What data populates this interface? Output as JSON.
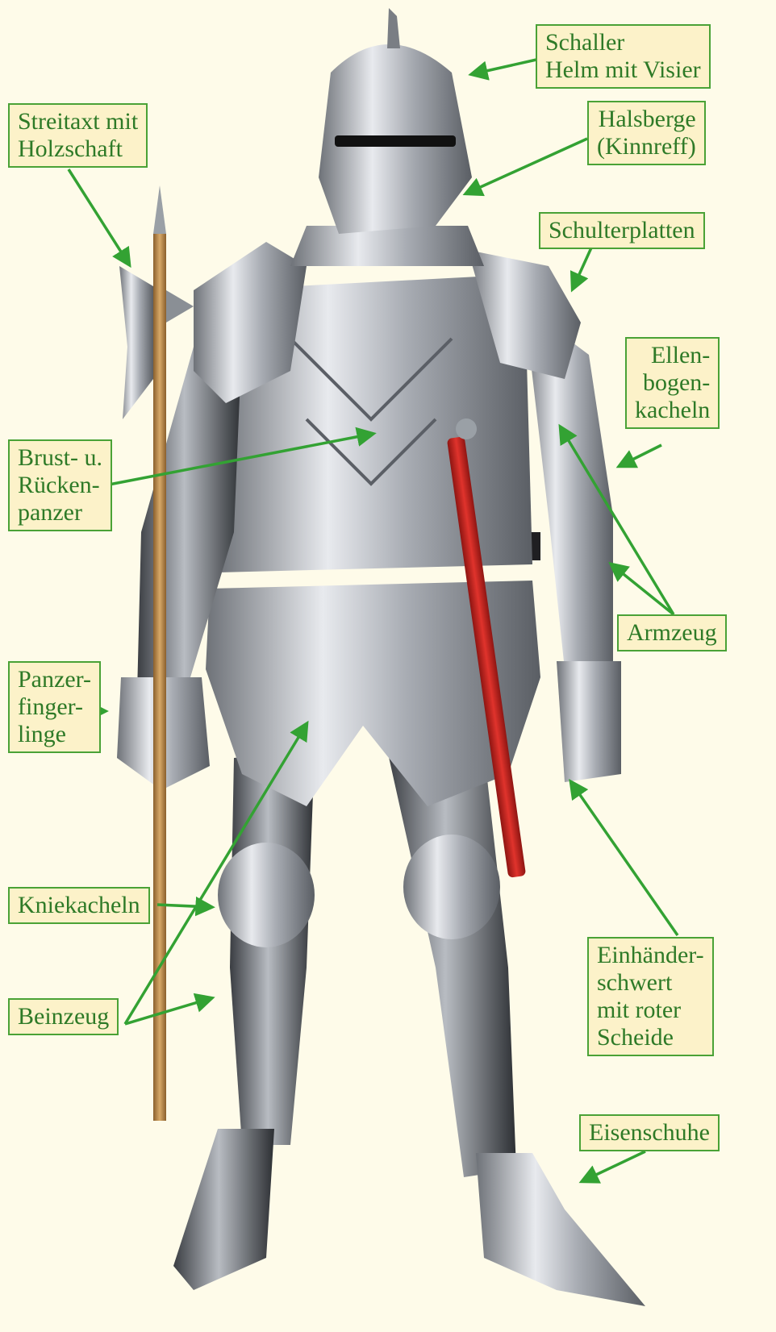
{
  "colors": {
    "background": "#fefbe9",
    "label_fill": "#fcf2c9",
    "label_border": "#4aa236",
    "label_text": "#2e7a27",
    "arrow": "#33a233",
    "steel": "#b9bcc2",
    "sword_scabbard": "#c8231f",
    "shaft": "#b8874a"
  },
  "labels": {
    "schaller": [
      "Schaller",
      "Helm mit Visier"
    ],
    "halsberge": [
      "Halsberge",
      "(Kinnreff)"
    ],
    "schulterplatten": [
      "Schulterplatten"
    ],
    "ellenbogenkacheln": [
      "Ellen-",
      "bogen-",
      "kacheln"
    ],
    "armzeug": [
      "Armzeug"
    ],
    "streitaxt": [
      "Streitaxt mit",
      "Holzschaft"
    ],
    "brustpanzer": [
      "Brust- u.",
      "Rücken-",
      "panzer"
    ],
    "panzerfingerlinge": [
      "Panzer-",
      "finger-",
      "linge"
    ],
    "kniekacheln": [
      "Kniekacheln"
    ],
    "beinzeug": [
      "Beinzeug"
    ],
    "einhaenderschwert": [
      "Einhänder-",
      "schwert",
      "mit roter",
      "Scheide"
    ],
    "eisenschuhe": [
      "Eisenschuhe"
    ]
  }
}
